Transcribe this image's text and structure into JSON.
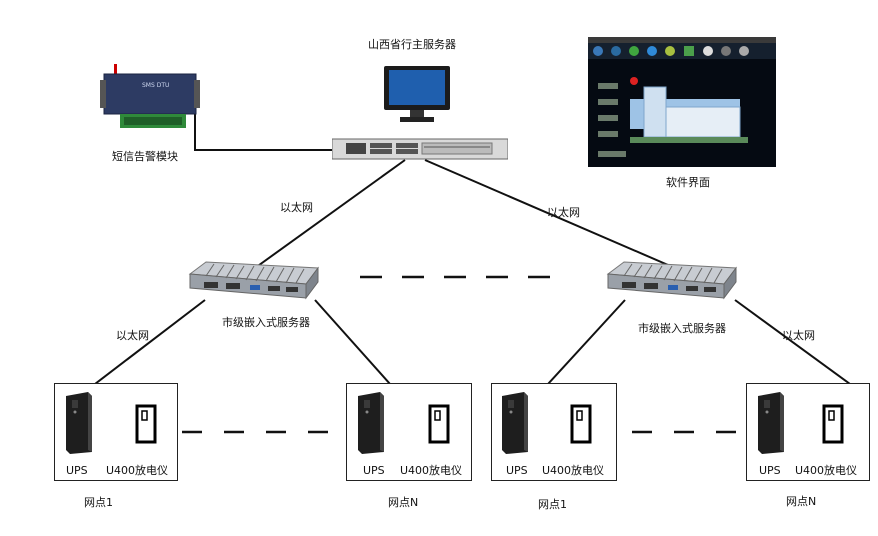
{
  "top": {
    "main_server_label": "山西省行主服务器",
    "sms_module_label": "短信告警模块",
    "sms_module_text": "SMS DTU",
    "software_label": "软件界面"
  },
  "network": {
    "ethernet_label": "以太网"
  },
  "city_server_label": "市级嵌入式服务器",
  "sites": [
    {
      "ups": "UPS",
      "meter": "U400放电仪",
      "name": "网点1"
    },
    {
      "ups": "UPS",
      "meter": "U400放电仪",
      "name": "网点N"
    },
    {
      "ups": "UPS",
      "meter": "U400放电仪",
      "name": "网点1"
    },
    {
      "ups": "UPS",
      "meter": "U400放电仪",
      "name": "网点N"
    }
  ],
  "colors": {
    "server_body": "#d9d9d9",
    "software_bg": "#050a12",
    "building": "#9ec3e6"
  }
}
